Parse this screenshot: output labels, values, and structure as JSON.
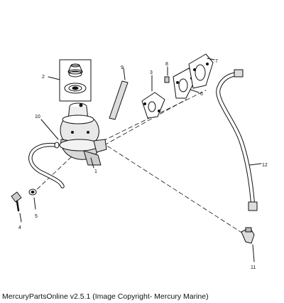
{
  "callouts": {
    "c1": "1",
    "c2": "2",
    "c3": "3",
    "c4": "4",
    "c5": "5",
    "c6": "6",
    "c7": "7",
    "c8": "8",
    "c9": "9",
    "c10": "10",
    "c11": "11",
    "c12": "12"
  },
  "caption": "MercuryPartsOnline v2.5.1 (Image Copyright- Mercury Marine)"
}
